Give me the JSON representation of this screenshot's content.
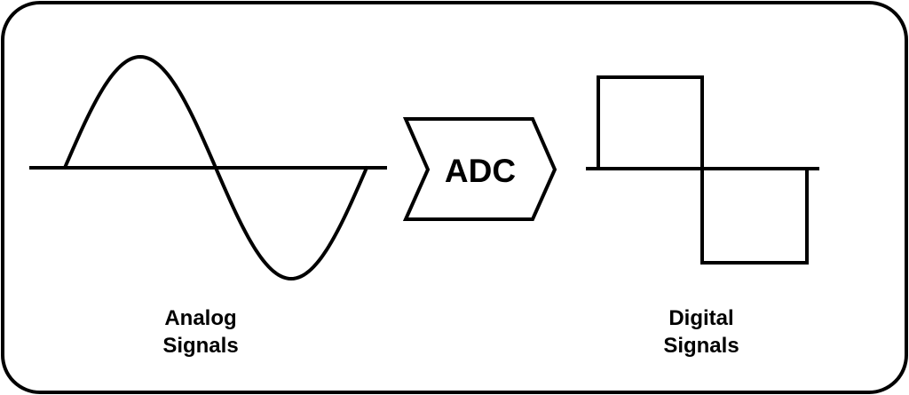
{
  "diagram": {
    "converter": {
      "label": "ADC"
    },
    "input": {
      "label_line1": "Analog",
      "label_line2": "Signals",
      "waveform": "sine"
    },
    "output": {
      "label_line1": "Digital",
      "label_line2": "Signals",
      "waveform": "square"
    },
    "colors": {
      "stroke": "#000000",
      "background": "#ffffff"
    }
  }
}
